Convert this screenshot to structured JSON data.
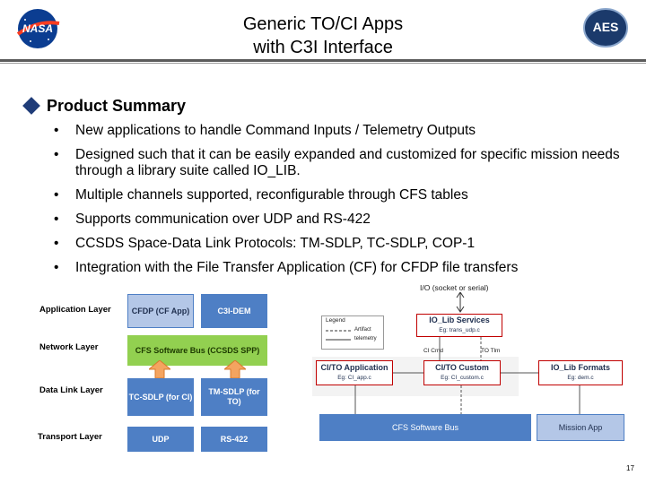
{
  "header": {
    "title_line1": "Generic TO/CI Apps",
    "title_line2": "with C3I Interface",
    "left_logo_text": "NASA",
    "right_logo_text": "AES"
  },
  "section": {
    "heading": "Product Summary"
  },
  "bullets": [
    "New applications to handle Command Inputs / Telemetry Outputs",
    "Designed such that it can be easily expanded and customized for specific mission needs through a library suite called IO_LIB.",
    "Multiple channels supported, reconfigurable through CFS tables",
    "Supports communication over UDP and RS-422",
    "CCSDS Space-Data Link Protocols: TM-SDLP, TC-SDLP, COP-1",
    "Integration with the File Transfer Application (CF) for CFDP file transfers"
  ],
  "layer_diagram": {
    "layers": [
      "Application Layer",
      "Network Layer",
      "Data Link Layer",
      "Transport Layer"
    ],
    "cfdp": "CFDP (CF App)",
    "c3i": "C3I-DEM",
    "sb": "CFS Software Bus (CCSDS SPP)",
    "tcsdlp": "TC-SDLP (for CI)",
    "tmsdlp": "TM-SDLP (for TO)",
    "udp": "UDP",
    "rs422": "RS-422"
  },
  "arch_diagram": {
    "io_label": "I/O (socket or serial)",
    "legend_title": "Legend",
    "legend_artifact": "Artifact",
    "legend_telemetry": "telemetry",
    "iolib_services": "IO_Lib Services",
    "iolib_services_eg": "Eg: trans_udp.c",
    "ci_cmd": "CI Cmd",
    "to_tlm": "TO Tlm",
    "ci_to_app": "CI/TO Application",
    "ci_to_app_eg": "Eg: CI_app.c",
    "ci_to_custom": "CI/TO Custom",
    "ci_to_custom_eg": "Eg: CI_custom.c",
    "iolib_formats": "IO_Lib Formats",
    "iolib_formats_eg": "Eg: dem.c",
    "cfs_sb": "CFS Software Bus",
    "mission_app": "Mission App"
  },
  "footer": {
    "page_number": "17"
  },
  "colors": {
    "blue": "#4e7fc5",
    "light_blue": "#b4c7e7",
    "green": "#92d050",
    "orange": "#f4a460",
    "red_border": "#c00000"
  }
}
